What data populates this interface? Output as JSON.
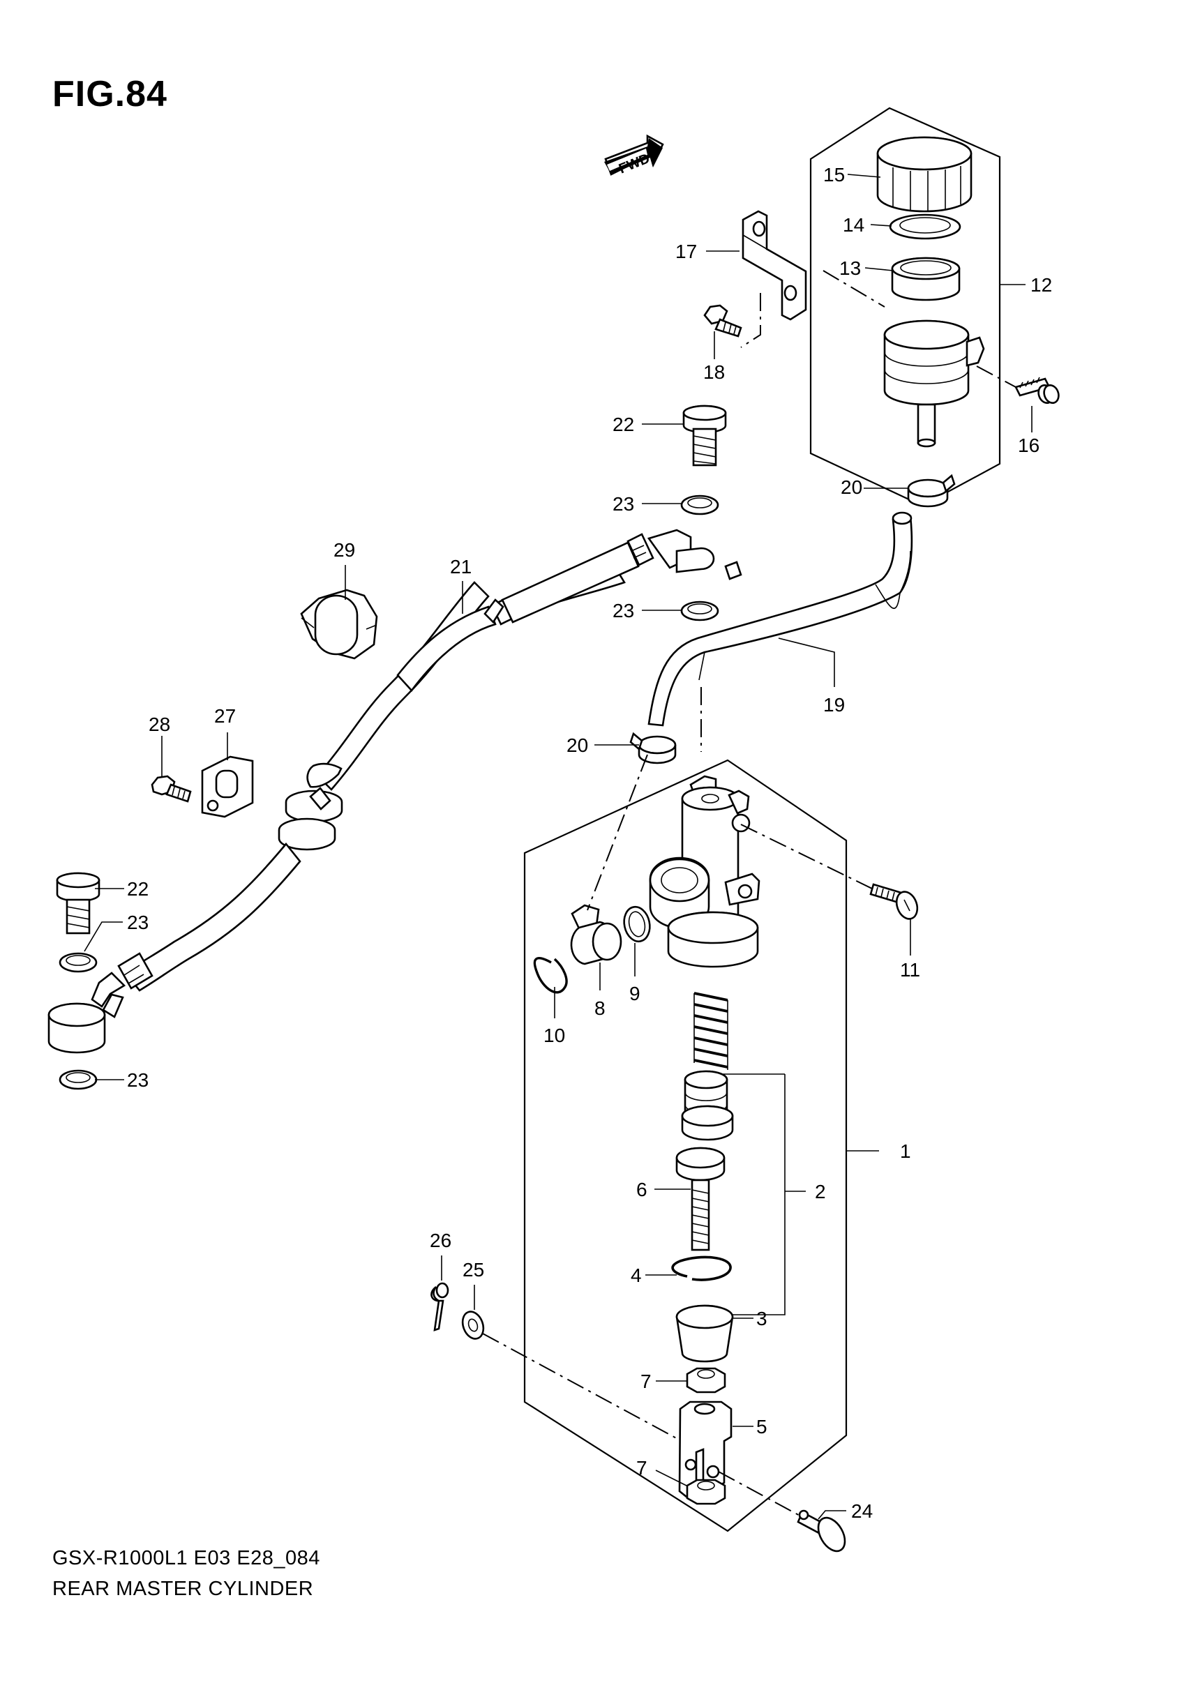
{
  "figure": {
    "title": "FIG.84",
    "model_code": "GSX-R1000L1 E03 E28_084",
    "name": "REAR MASTER CYLINDER",
    "fwd_label": "FWD"
  },
  "callouts": [
    {
      "id": "c1",
      "label": "1"
    },
    {
      "id": "c2",
      "label": "2"
    },
    {
      "id": "c3",
      "label": "3"
    },
    {
      "id": "c4",
      "label": "4"
    },
    {
      "id": "c5",
      "label": "5"
    },
    {
      "id": "c6",
      "label": "6"
    },
    {
      "id": "c7a",
      "label": "7"
    },
    {
      "id": "c7b",
      "label": "7"
    },
    {
      "id": "c8",
      "label": "8"
    },
    {
      "id": "c9",
      "label": "9"
    },
    {
      "id": "c10",
      "label": "10"
    },
    {
      "id": "c11",
      "label": "11"
    },
    {
      "id": "c12",
      "label": "12"
    },
    {
      "id": "c13",
      "label": "13"
    },
    {
      "id": "c14",
      "label": "14"
    },
    {
      "id": "c15",
      "label": "15"
    },
    {
      "id": "c16",
      "label": "16"
    },
    {
      "id": "c17",
      "label": "17"
    },
    {
      "id": "c18",
      "label": "18"
    },
    {
      "id": "c19",
      "label": "19"
    },
    {
      "id": "c20a",
      "label": "20"
    },
    {
      "id": "c20b",
      "label": "20"
    },
    {
      "id": "c21",
      "label": "21"
    },
    {
      "id": "c22a",
      "label": "22"
    },
    {
      "id": "c22b",
      "label": "22"
    },
    {
      "id": "c23a",
      "label": "23"
    },
    {
      "id": "c23b",
      "label": "23"
    },
    {
      "id": "c23c",
      "label": "23"
    },
    {
      "id": "c23d",
      "label": "23"
    },
    {
      "id": "c24",
      "label": "24"
    },
    {
      "id": "c25",
      "label": "25"
    },
    {
      "id": "c26",
      "label": "26"
    },
    {
      "id": "c27",
      "label": "27"
    },
    {
      "id": "c28",
      "label": "28"
    },
    {
      "id": "c29",
      "label": "29"
    }
  ]
}
